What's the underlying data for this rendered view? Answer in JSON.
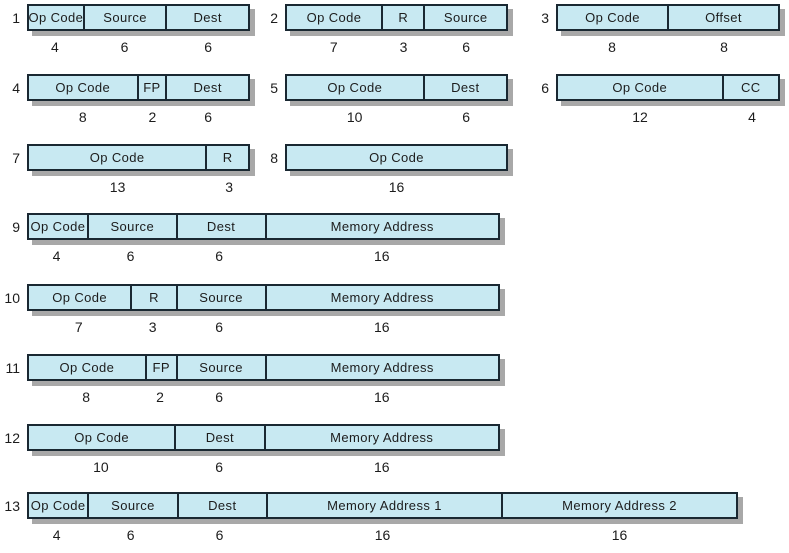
{
  "colors": {
    "box_fill": "#c8e9f2",
    "box_border": "#1a2832",
    "box_shadow": "#a8a8a8",
    "text": "#1c1c1c",
    "background": "#ffffff"
  },
  "formats": [
    {
      "id": "1",
      "fields": [
        {
          "label": "Op Code",
          "bits": "4"
        },
        {
          "label": "Source",
          "bits": "6"
        },
        {
          "label": "Dest",
          "bits": "6"
        }
      ]
    },
    {
      "id": "2",
      "fields": [
        {
          "label": "Op Code",
          "bits": "7"
        },
        {
          "label": "R",
          "bits": "3"
        },
        {
          "label": "Source",
          "bits": "6"
        }
      ]
    },
    {
      "id": "3",
      "fields": [
        {
          "label": "Op Code",
          "bits": "8"
        },
        {
          "label": "Offset",
          "bits": "8"
        }
      ]
    },
    {
      "id": "4",
      "fields": [
        {
          "label": "Op Code",
          "bits": "8"
        },
        {
          "label": "FP",
          "bits": "2"
        },
        {
          "label": "Dest",
          "bits": "6"
        }
      ]
    },
    {
      "id": "5",
      "fields": [
        {
          "label": "Op Code",
          "bits": "10"
        },
        {
          "label": "Dest",
          "bits": "6"
        }
      ]
    },
    {
      "id": "6",
      "fields": [
        {
          "label": "Op Code",
          "bits": "12"
        },
        {
          "label": "CC",
          "bits": "4"
        }
      ]
    },
    {
      "id": "7",
      "fields": [
        {
          "label": "Op Code",
          "bits": "13"
        },
        {
          "label": "R",
          "bits": "3"
        }
      ]
    },
    {
      "id": "8",
      "fields": [
        {
          "label": "Op Code",
          "bits": "16"
        }
      ]
    },
    {
      "id": "9",
      "fields": [
        {
          "label": "Op Code",
          "bits": "4"
        },
        {
          "label": "Source",
          "bits": "6"
        },
        {
          "label": "Dest",
          "bits": "6"
        },
        {
          "label": "Memory Address",
          "bits": "16"
        }
      ]
    },
    {
      "id": "10",
      "fields": [
        {
          "label": "Op Code",
          "bits": "7"
        },
        {
          "label": "R",
          "bits": "3"
        },
        {
          "label": "Source",
          "bits": "6"
        },
        {
          "label": "Memory Address",
          "bits": "16"
        }
      ]
    },
    {
      "id": "11",
      "fields": [
        {
          "label": "Op Code",
          "bits": "8"
        },
        {
          "label": "FP",
          "bits": "2"
        },
        {
          "label": "Source",
          "bits": "6"
        },
        {
          "label": "Memory Address",
          "bits": "16"
        }
      ]
    },
    {
      "id": "12",
      "fields": [
        {
          "label": "Op Code",
          "bits": "10"
        },
        {
          "label": "Dest",
          "bits": "6"
        },
        {
          "label": "Memory Address",
          "bits": "16"
        }
      ]
    },
    {
      "id": "13",
      "fields": [
        {
          "label": "Op Code",
          "bits": "4"
        },
        {
          "label": "Source",
          "bits": "6"
        },
        {
          "label": "Dest",
          "bits": "6"
        },
        {
          "label": "Memory Address 1",
          "bits": "16"
        },
        {
          "label": "Memory Address 2",
          "bits": "16"
        }
      ]
    }
  ]
}
